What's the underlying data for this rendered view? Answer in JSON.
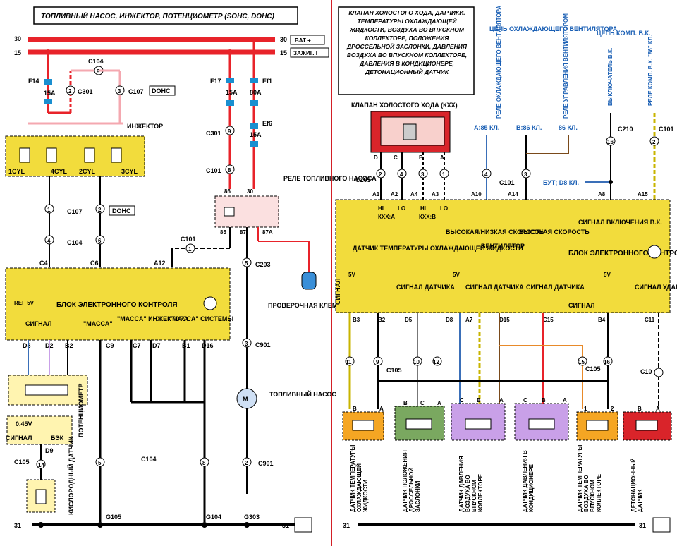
{
  "left": {
    "title": "ТОПЛИВНЫЙ НАСОС, ИНЖЕКТОР, ПОТЕНЦИОМЕТР  (SOHC, DOHC)",
    "rail30": "30",
    "rail15": "15",
    "bat": "BAT +",
    "ign": "ЗАЖИГ. I",
    "injector_label": "ИНЖЕКТОР",
    "fuse_names": [
      "F14",
      "F17",
      "Ef1",
      "Ef6"
    ],
    "fuse_amps": [
      "15A",
      "15A",
      "80A",
      "15A"
    ],
    "conn": {
      "c104": "C104",
      "c301": "C301",
      "c107": "C107",
      "dohc": "DOHC",
      "c101": "C101",
      "c203": "C203",
      "c901": "C901",
      "c105": "C105",
      "c104b": "C104",
      "c107b": "C107",
      "c104c": "C104",
      "c901b": "C901"
    },
    "pins": {
      "p9": "9",
      "p2": "2",
      "p3": "3",
      "p1": "1",
      "p2b": "2",
      "p4": "4",
      "p6": "6",
      "p9b": "9",
      "p8": "8",
      "p86": "86",
      "p30": "30",
      "p85": "85",
      "p87": "87",
      "p87a": "87A",
      "p1b": "1",
      "p5": "5",
      "p3b": "3",
      "p5b": "5",
      "p8b": "8",
      "p2c": "2",
      "p14": "14"
    },
    "cyl": [
      "1CYL",
      "4CYL",
      "2CYL",
      "3CYL"
    ],
    "relay": "РЕЛЕ ТОПЛИВНОГО НАСОСА",
    "test_term": "ПРОВЕРОЧНАЯ КЛЕММА ТОПЛИВНОГО НАСОСА",
    "fuel_pump": "ТОПЛИВНЫЙ НАСОС",
    "ecu": "БЛОК ЭЛЕКТРОННОГО КОНТРОЛЯ",
    "ecu_pins": [
      "C4",
      "C6",
      "A12",
      "D8",
      "D2",
      "B2",
      "C9",
      "C7",
      "D7",
      "B1",
      "D16"
    ],
    "ref5v": "REF 5V",
    "signal": "СИГНАЛ",
    "massa": "\"МАССА\"",
    "massa_inj": "\"МАССА\" ИНЖЕКТОРА",
    "massa_sys": "\"МАССА\" СИСТЕМЫ",
    "pot": "ПОТЕНЦИОМЕТР",
    "v045": "0,45V",
    "signal2": "СИГНАЛ",
    "bek": "БЭК",
    "d9": "D9",
    "o2": "КИСЛОРОДНЫЙ ДАТЧИК",
    "grounds": [
      "G105",
      "G104",
      "G303"
    ],
    "g31": "31",
    "g31r": "31"
  },
  "right": {
    "note": "КЛАПАН ХОЛОСТОГО ХОДА, ДАТЧИКИ. ТЕМПЕРАТУРЫ ОХЛАЖДАЮЩЕЙ ЖИДКОСТИ, ВОЗДУХА ВО ВПУСКНОМ КОЛЛЕКТОРЕ, ПОЛОЖЕНИЯ ДРОССЕЛЬНОЙ ЗАСЛОНКИ, ДАВЛЕНИЯ ВОЗДУХА ВО ВПУСКНОМ КОЛЛЕКТОРЕ, ДАВЛЕНИЯ В КОНДИЦИОНЕРЕ, ДЕТОНАЦИОННЫЙ ДАТЧИК",
    "iac": "КЛАПАН ХОЛОСТОГО ХОДА (КХХ)",
    "iac_pins": [
      "D",
      "C",
      "B",
      "A"
    ],
    "fan_circuit": "ЦЕПЬ ОХЛАЖДАЮЩЕГО ВЕНТИЛЯТОРА",
    "ac_circuit": "ЦЕПЬ КОМП. В.К.",
    "fan_relay": "РЕЛЕ ОХЛАЖДАЮЩЕГО ВЕНТИЛЯТОРА",
    "fan_ctrl": "РЕЛЕ УПРАВЛЕНИЯ ВЕНТИЛЯТОРОМ",
    "ac_switch": "ВЫКЛЮЧАТЕЛЬ В.К.",
    "ac_relay": "РЕЛЕ КОМП. В.К. \"86\" КЛ.",
    "refs": [
      "A:85 КЛ.",
      "B:86 КЛ.",
      "86 КЛ.",
      "БУТ; D8 КЛ."
    ],
    "conn": {
      "c105": "C105",
      "c101": "C101",
      "c210": "C210",
      "c101b": "C101",
      "c105b": "C105",
      "c105c": "C105",
      "c10": "C10"
    },
    "top_pins": [
      "2",
      "4",
      "3",
      "1",
      "4",
      "3",
      "16",
      "2"
    ],
    "ecu_top": [
      "A1",
      "A2",
      "A4",
      "A3",
      "A10",
      "A14",
      "A8",
      "A15"
    ],
    "hi_lo": [
      "HI",
      "LO",
      "HI",
      "LO"
    ],
    "kxx": [
      "КХХ:А",
      "КХХ:В"
    ],
    "fan_speed": "ВЫСОКАЯ/НИЗКАЯ СКОРОСТЬ",
    "fan": "ВЕНТИЛЯТОР",
    "high_speed": "ВЫСОКАЯ СКОРОСТЬ",
    "ac_on": "СИГНАЛ ВКЛЮЧЕНИЯ В.К.",
    "ecu": "БЛОК ЭЛЕКТРОННОГО КОНТРОЛЯ",
    "ect": "ДАТЧИК ТЕМПЕРАТУРЫ ОХЛАЖДАЮЩЕЙ ЖИДКОСТИ",
    "signal": "СИГНАЛ",
    "sig_sensor": "СИГНАЛ ДАТЧИКА",
    "knock_sig": "СИГНАЛ УДАРА",
    "v5": "5V",
    "ecu_bot": [
      "B3",
      "B2",
      "D5",
      "D8",
      "A7",
      "D15",
      "C15",
      "B4",
      "C11"
    ],
    "bot_pins": [
      "11",
      "9",
      "10",
      "12",
      "15",
      "16"
    ],
    "sens_pins": [
      "B",
      "A",
      "B",
      "C",
      "A",
      "C",
      "B",
      "A",
      "C",
      "B",
      "A",
      "1",
      "2",
      "B",
      "A"
    ],
    "sensors": [
      "ДАТЧИК ТЕМПЕРАТУРЫ ОХЛАЖДАЮЩЕЙ ЖИДКОСТИ",
      "ДАТЧИК ПОЛОЖЕНИЯ ДРОССЕЛЬНОЙ ЗАСЛОНКИ",
      "ДАТЧИК ДАВЛЕНИЯ ВОЗДУХА ВО ВПУСКНОМ КОЛЛЕКТОРЕ",
      "ДАТЧИК ДАВЛЕНИЯ В КОНДИЦИОНЕРЕ",
      "ДАТЧИК ТЕМПЕРАТУРЫ ВОЗДУХА ВО ВПУСКНОМ КОЛЛЕКТОРЕ",
      "ДЕТОНАЦИОННЫЙ ДАТЧИК"
    ],
    "g31": "31",
    "g31r": "31"
  },
  "colors": {
    "ecu": "#f2dc3c",
    "rail": "#e8232a",
    "fuse": "#1a8fd0",
    "iac": "#d9242a",
    "purple": "#c9a0e8",
    "green": "#7aa860",
    "orange": "#f5a623"
  }
}
